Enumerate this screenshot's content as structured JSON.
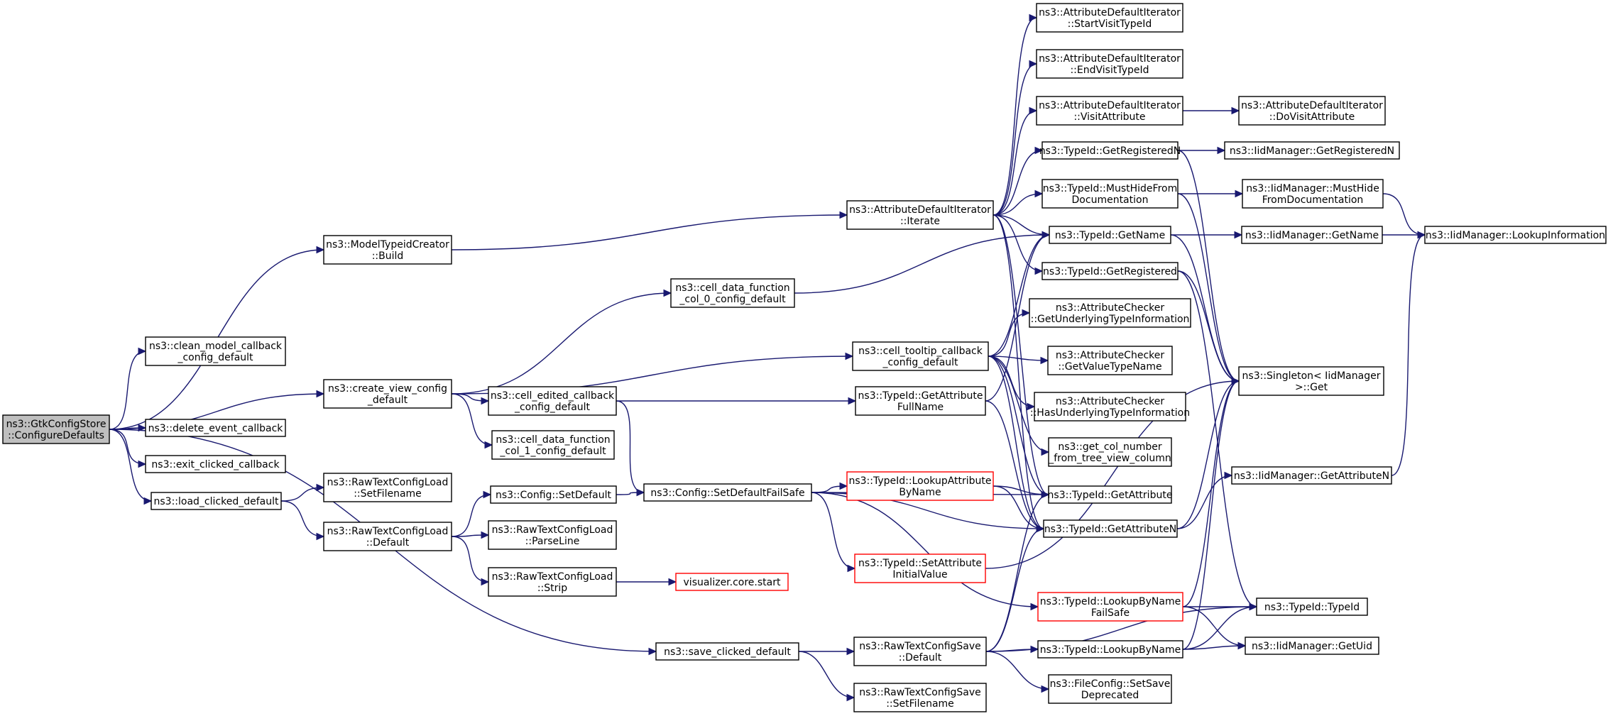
{
  "nodes": [
    {
      "id": "root",
      "lines": [
        "ns3::GtkConfigStore",
        "::ConfigureDefaults"
      ],
      "style": "root"
    },
    {
      "id": "clean_model",
      "lines": [
        "ns3::clean_model_callback",
        "_config_default"
      ]
    },
    {
      "id": "create_view",
      "lines": [
        "ns3::create_view_config",
        "_default"
      ]
    },
    {
      "id": "delete_event",
      "lines": [
        "ns3::delete_event_callback"
      ]
    },
    {
      "id": "exit_clicked",
      "lines": [
        "ns3::exit_clicked_callback"
      ]
    },
    {
      "id": "load_clicked",
      "lines": [
        "ns3::load_clicked_default"
      ]
    },
    {
      "id": "model_build",
      "lines": [
        "ns3::ModelTypeidCreator",
        "::Build"
      ]
    },
    {
      "id": "save_clicked",
      "lines": [
        "ns3::save_clicked_default"
      ]
    },
    {
      "id": "cell_edited",
      "lines": [
        "ns3::cell_edited_callback",
        "_config_default"
      ]
    },
    {
      "id": "cell_data_col1",
      "lines": [
        "ns3::cell_data_function",
        "_col_1_config_default"
      ]
    },
    {
      "id": "cell_data_col0",
      "lines": [
        "ns3::cell_data_function",
        "_col_0_config_default"
      ]
    },
    {
      "id": "raw_load_setfilename",
      "lines": [
        "ns3::RawTextConfigLoad",
        "::SetFilename"
      ]
    },
    {
      "id": "raw_load_default",
      "lines": [
        "ns3::RawTextConfigLoad",
        "::Default"
      ]
    },
    {
      "id": "config_setdefault",
      "lines": [
        "ns3::Config::SetDefault"
      ]
    },
    {
      "id": "raw_load_parseline",
      "lines": [
        "ns3::RawTextConfigLoad",
        "::ParseLine"
      ]
    },
    {
      "id": "raw_load_strip",
      "lines": [
        "ns3::RawTextConfigLoad",
        "::Strip"
      ]
    },
    {
      "id": "viz_start",
      "lines": [
        "visualizer.core.start"
      ],
      "style": "red"
    },
    {
      "id": "config_setdefaultfailsafe",
      "lines": [
        "ns3::Config::SetDefaultFailSafe"
      ]
    },
    {
      "id": "attr_iter_iterate",
      "lines": [
        "ns3::AttributeDefaultIterator",
        "::Iterate"
      ]
    },
    {
      "id": "cell_tooltip",
      "lines": [
        "ns3::cell_tooltip_callback",
        "_config_default"
      ]
    },
    {
      "id": "typeid_getattrfullname",
      "lines": [
        "ns3::TypeId::GetAttribute",
        "FullName"
      ]
    },
    {
      "id": "typeid_lookupattrbyname",
      "lines": [
        "ns3::TypeId::LookupAttribute",
        "ByName"
      ],
      "style": "red"
    },
    {
      "id": "typeid_setattrinit",
      "lines": [
        "ns3::TypeId::SetAttribute",
        "InitialValue"
      ],
      "style": "red"
    },
    {
      "id": "raw_save_default",
      "lines": [
        "ns3::RawTextConfigSave",
        "::Default"
      ]
    },
    {
      "id": "raw_save_setfilename",
      "lines": [
        "ns3::RawTextConfigSave",
        "::SetFilename"
      ]
    },
    {
      "id": "attr_iter_startvisit",
      "lines": [
        "ns3::AttributeDefaultIterator",
        "::StartVisitTypeId"
      ]
    },
    {
      "id": "attr_iter_endvisit",
      "lines": [
        "ns3::AttributeDefaultIterator",
        "::EndVisitTypeId"
      ]
    },
    {
      "id": "attr_iter_visitattr",
      "lines": [
        "ns3::AttributeDefaultIterator",
        "::VisitAttribute"
      ]
    },
    {
      "id": "typeid_getregisteredn",
      "lines": [
        "ns3::TypeId::GetRegisteredN"
      ]
    },
    {
      "id": "typeid_musthide",
      "lines": [
        "ns3::TypeId::MustHideFrom",
        "Documentation"
      ]
    },
    {
      "id": "typeid_getname",
      "lines": [
        "ns3::TypeId::GetName"
      ]
    },
    {
      "id": "typeid_getregistered",
      "lines": [
        "ns3::TypeId::GetRegistered"
      ]
    },
    {
      "id": "attrchecker_getunderlying",
      "lines": [
        "ns3::AttributeChecker",
        "::GetUnderlyingTypeInformation"
      ]
    },
    {
      "id": "attrchecker_getvaluetype",
      "lines": [
        "ns3::AttributeChecker",
        "::GetValueTypeName"
      ]
    },
    {
      "id": "attrchecker_hasunderlying",
      "lines": [
        "ns3::AttributeChecker",
        "::HasUnderlyingTypeInformation"
      ]
    },
    {
      "id": "get_col_number",
      "lines": [
        "ns3::get_col_number",
        "_from_tree_view_column"
      ]
    },
    {
      "id": "typeid_getattribute",
      "lines": [
        "ns3::TypeId::GetAttribute"
      ]
    },
    {
      "id": "typeid_getattributen",
      "lines": [
        "ns3::TypeId::GetAttributeN"
      ]
    },
    {
      "id": "typeid_lookupbynamefailsafe",
      "lines": [
        "ns3::TypeId::LookupByName",
        "FailSafe"
      ],
      "style": "red"
    },
    {
      "id": "typeid_lookupbyname",
      "lines": [
        "ns3::TypeId::LookupByName"
      ]
    },
    {
      "id": "fileconfig_setsave",
      "lines": [
        "ns3::FileConfig::SetSave",
        "Deprecated"
      ]
    },
    {
      "id": "attr_iter_dovisit",
      "lines": [
        "ns3::AttributeDefaultIterator",
        "::DoVisitAttribute"
      ]
    },
    {
      "id": "iidmgr_getregisteredn",
      "lines": [
        "ns3::IidManager::GetRegisteredN"
      ]
    },
    {
      "id": "iidmgr_musthide",
      "lines": [
        "ns3::IidManager::MustHide",
        "FromDocumentation"
      ]
    },
    {
      "id": "iidmgr_getname",
      "lines": [
        "ns3::IidManager::GetName"
      ]
    },
    {
      "id": "singleton_get",
      "lines": [
        "ns3::Singleton< IidManager",
        " >::Get"
      ]
    },
    {
      "id": "iidmgr_getattributen",
      "lines": [
        "ns3::IidManager::GetAttributeN"
      ]
    },
    {
      "id": "typeid_typeid",
      "lines": [
        "ns3::TypeId::TypeId"
      ]
    },
    {
      "id": "iidmgr_getuid",
      "lines": [
        "ns3::IidManager::GetUid"
      ]
    },
    {
      "id": "iidmgr_lookupinfo",
      "lines": [
        "ns3::IidManager::LookupInformation"
      ]
    }
  ],
  "edges": [
    [
      "root",
      "model_build"
    ],
    [
      "root",
      "clean_model"
    ],
    [
      "root",
      "create_view"
    ],
    [
      "root",
      "delete_event"
    ],
    [
      "root",
      "exit_clicked"
    ],
    [
      "root",
      "load_clicked"
    ],
    [
      "root",
      "save_clicked"
    ],
    [
      "model_build",
      "attr_iter_iterate"
    ],
    [
      "create_view",
      "cell_data_col0"
    ],
    [
      "create_view",
      "cell_tooltip"
    ],
    [
      "create_view",
      "cell_edited"
    ],
    [
      "create_view",
      "cell_data_col1"
    ],
    [
      "load_clicked",
      "raw_load_setfilename"
    ],
    [
      "load_clicked",
      "raw_load_default"
    ],
    [
      "save_clicked",
      "raw_save_default"
    ],
    [
      "save_clicked",
      "raw_save_setfilename"
    ],
    [
      "cell_edited",
      "typeid_getattrfullname"
    ],
    [
      "cell_edited",
      "config_setdefaultfailsafe"
    ],
    [
      "cell_data_col0",
      "typeid_getname"
    ],
    [
      "raw_load_default",
      "config_setdefault"
    ],
    [
      "raw_load_default",
      "raw_load_parseline"
    ],
    [
      "raw_load_default",
      "raw_load_strip"
    ],
    [
      "raw_load_strip",
      "viz_start"
    ],
    [
      "config_setdefault",
      "config_setdefaultfailsafe"
    ],
    [
      "config_setdefaultfailsafe",
      "typeid_lookupattrbyname"
    ],
    [
      "config_setdefaultfailsafe",
      "typeid_getattribute"
    ],
    [
      "config_setdefaultfailsafe",
      "typeid_getattributen"
    ],
    [
      "config_setdefaultfailsafe",
      "typeid_setattrinit"
    ],
    [
      "config_setdefaultfailsafe",
      "typeid_lookupbynamefailsafe"
    ],
    [
      "attr_iter_iterate",
      "attr_iter_startvisit"
    ],
    [
      "attr_iter_iterate",
      "attr_iter_endvisit"
    ],
    [
      "attr_iter_iterate",
      "attr_iter_visitattr"
    ],
    [
      "attr_iter_iterate",
      "typeid_getregisteredn"
    ],
    [
      "attr_iter_iterate",
      "typeid_musthide"
    ],
    [
      "attr_iter_iterate",
      "typeid_getname"
    ],
    [
      "attr_iter_iterate",
      "typeid_getregistered"
    ],
    [
      "attr_iter_iterate",
      "typeid_getattribute"
    ],
    [
      "attr_iter_iterate",
      "typeid_getattributen"
    ],
    [
      "cell_tooltip",
      "typeid_getname"
    ],
    [
      "cell_tooltip",
      "attrchecker_getunderlying"
    ],
    [
      "cell_tooltip",
      "attrchecker_getvaluetype"
    ],
    [
      "cell_tooltip",
      "attrchecker_hasunderlying"
    ],
    [
      "cell_tooltip",
      "get_col_number"
    ],
    [
      "cell_tooltip",
      "typeid_getattribute"
    ],
    [
      "cell_tooltip",
      "typeid_getattributen"
    ],
    [
      "typeid_getattrfullname",
      "typeid_getname"
    ],
    [
      "typeid_getattrfullname",
      "typeid_getattributen"
    ],
    [
      "typeid_lookupattrbyname",
      "typeid_getattribute"
    ],
    [
      "typeid_lookupattrbyname",
      "typeid_getattributen"
    ],
    [
      "typeid_setattrinit",
      "singleton_get"
    ],
    [
      "raw_save_default",
      "typeid_getattribute"
    ],
    [
      "raw_save_default",
      "typeid_getattributen"
    ],
    [
      "raw_save_default",
      "typeid_lookupbyname"
    ],
    [
      "raw_save_default",
      "fileconfig_setsave"
    ],
    [
      "raw_save_default",
      "typeid_typeid"
    ],
    [
      "attr_iter_visitattr",
      "attr_iter_dovisit"
    ],
    [
      "typeid_getregisteredn",
      "iidmgr_getregisteredn"
    ],
    [
      "typeid_getregisteredn",
      "singleton_get"
    ],
    [
      "typeid_musthide",
      "iidmgr_musthide"
    ],
    [
      "typeid_musthide",
      "singleton_get"
    ],
    [
      "typeid_getname",
      "iidmgr_getname"
    ],
    [
      "typeid_getname",
      "singleton_get"
    ],
    [
      "typeid_getregistered",
      "singleton_get"
    ],
    [
      "typeid_getregistered",
      "typeid_typeid"
    ],
    [
      "typeid_getattributen",
      "iidmgr_getattributen"
    ],
    [
      "typeid_getattributen",
      "singleton_get"
    ],
    [
      "typeid_lookupbynamefailsafe",
      "typeid_typeid"
    ],
    [
      "typeid_lookupbynamefailsafe",
      "iidmgr_getuid"
    ],
    [
      "typeid_lookupbynamefailsafe",
      "singleton_get"
    ],
    [
      "typeid_lookupbyname",
      "typeid_typeid"
    ],
    [
      "typeid_lookupbyname",
      "iidmgr_getuid"
    ],
    [
      "typeid_lookupbyname",
      "singleton_get"
    ],
    [
      "iidmgr_musthide",
      "iidmgr_lookupinfo"
    ],
    [
      "iidmgr_getname",
      "iidmgr_lookupinfo"
    ],
    [
      "iidmgr_getattributen",
      "iidmgr_lookupinfo"
    ]
  ]
}
